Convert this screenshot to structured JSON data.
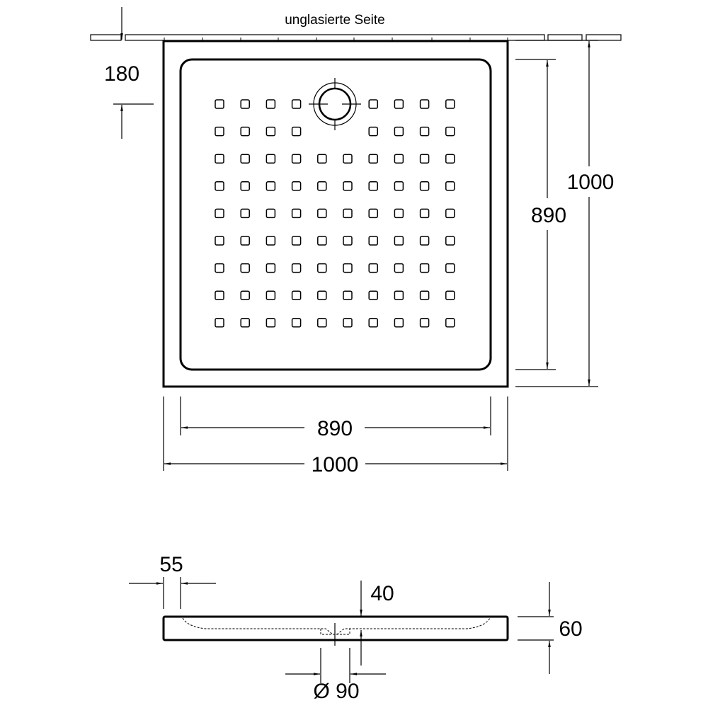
{
  "top_view": {
    "label_top": "unglasierte Seite",
    "dim_drain_offset": "180",
    "dim_inner_height": "890",
    "dim_outer_height": "1000",
    "dim_inner_width": "890",
    "dim_outer_width": "1000",
    "grid": {
      "columns": 10,
      "rows": 9,
      "drain_cells": [
        [
          0,
          4
        ],
        [
          0,
          5
        ],
        [
          1,
          4
        ],
        [
          1,
          5
        ]
      ]
    }
  },
  "side_view": {
    "dim_rim": "55",
    "dim_drain_depth": "40",
    "dim_height": "60",
    "dim_drain_diameter": "Ø 90"
  },
  "colors": {
    "line": "#000000",
    "background": "#ffffff"
  }
}
